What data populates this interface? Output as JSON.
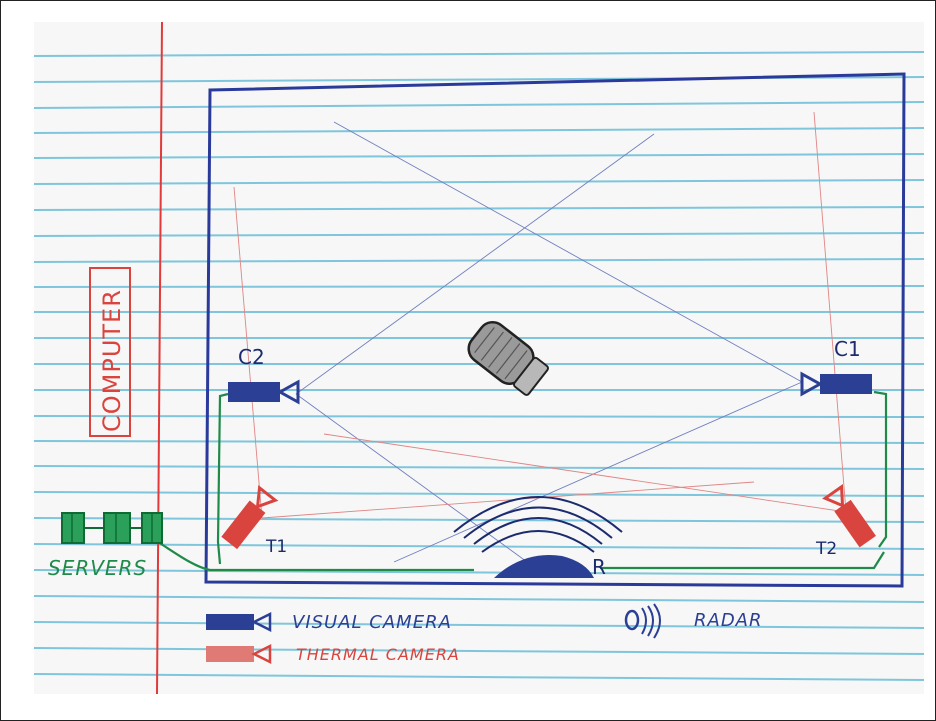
{
  "labels": {
    "computer": "COMPUTER",
    "servers": "SERVERS",
    "c2": "C2",
    "c1": "C1",
    "t1": "T1",
    "t2": "T2",
    "r": "R"
  },
  "legend": {
    "visual_camera": "VISUAL CAMERA",
    "thermal_camera": "THERMAL CAMERA",
    "radar": "RADAR"
  },
  "colors": {
    "room_outline": "#2a3a9a",
    "visual_camera": "#2b3f94",
    "thermal_camera": "#d9443e",
    "cable": "#1f8a4a",
    "paper_rule": "#7fc6dc",
    "margin_rule": "#e23a3a",
    "car": "#3a3a3a"
  },
  "icons": {
    "visual_camera": "video-camera-icon",
    "thermal_camera": "thermal-camera-icon",
    "radar": "radar-waves-icon",
    "servers": "server-rack-icon",
    "car": "car-icon"
  }
}
